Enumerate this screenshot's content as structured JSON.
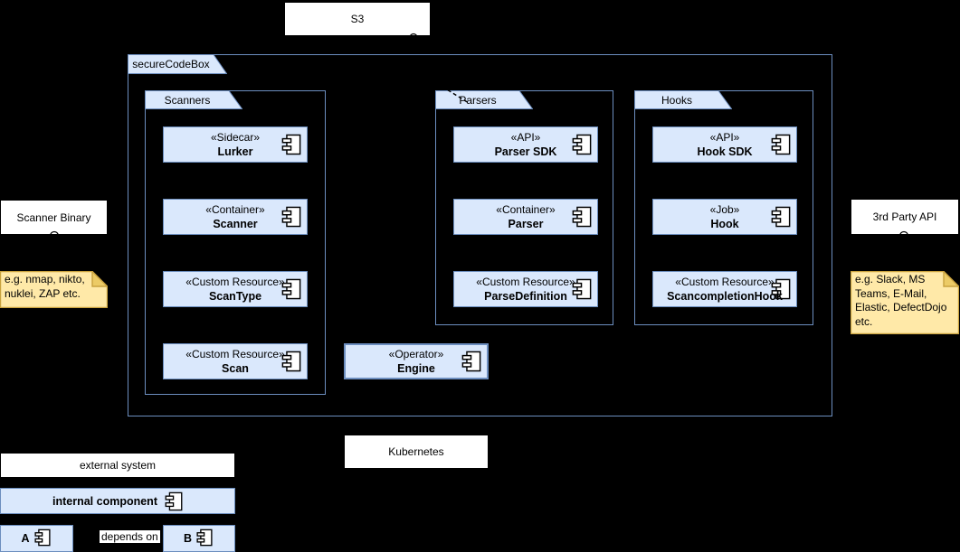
{
  "external_nodes": {
    "s3": "S3",
    "scanner_binary": "Scanner Binary",
    "third_party_api": "3rd Party API",
    "kubernetes": "Kubernetes"
  },
  "notes": {
    "scanner_note": "e.g. nmap, nikto,\nnuklei, ZAP etc.",
    "hook_note": "e.g. Slack, MS\nTeams, E-Mail,\nElastic, DefectDojo\netc."
  },
  "system": {
    "label": "secureCodeBox",
    "packages": [
      {
        "label": "Scanners",
        "components": [
          {
            "stereotype": "«Sidecar»",
            "name": "Lurker"
          },
          {
            "stereotype": "«Container»",
            "name": "Scanner"
          },
          {
            "stereotype": "«Custom Resource»",
            "name": "ScanType"
          },
          {
            "stereotype": "«Custom Resource»",
            "name": "Scan"
          }
        ]
      },
      {
        "label": "Parsers",
        "components": [
          {
            "stereotype": "«API»",
            "name": "Parser SDK"
          },
          {
            "stereotype": "«Container»",
            "name": "Parser"
          },
          {
            "stereotype": "«Custom Resource»",
            "name": "ParseDefinition"
          }
        ]
      },
      {
        "label": "Hooks",
        "components": [
          {
            "stereotype": "«API»",
            "name": "Hook SDK"
          },
          {
            "stereotype": "«Job»",
            "name": "Hook"
          },
          {
            "stereotype": "«Custom Resource»",
            "name": "ScancompletionHook"
          }
        ]
      }
    ],
    "operator": {
      "stereotype": "«Operator»",
      "name": "Engine"
    }
  },
  "legend": {
    "external_system": "external system",
    "internal_component": "internal component",
    "component_a": "A",
    "component_b": "B",
    "depends_on": "depends on"
  },
  "colors": {
    "component_fill": "#dae8fc",
    "component_stroke": "#6c8ebf",
    "note_fill": "#ffe9a8",
    "note_stroke": "#c9a23e",
    "external_fill": "#ffffff",
    "background": "#000000"
  }
}
